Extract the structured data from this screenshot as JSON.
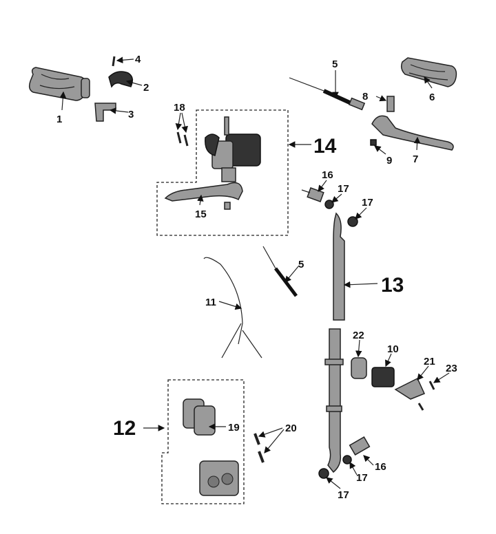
{
  "diagram": {
    "type": "exploded-parts-diagram",
    "labels": [
      "1",
      "2",
      "3",
      "4",
      "5",
      "6",
      "7",
      "8",
      "9",
      "18",
      "14",
      "15",
      "16",
      "17",
      "17",
      "5",
      "13",
      "11",
      "22",
      "10",
      "21",
      "23",
      "12",
      "19",
      "20",
      "16",
      "17",
      "17"
    ]
  }
}
